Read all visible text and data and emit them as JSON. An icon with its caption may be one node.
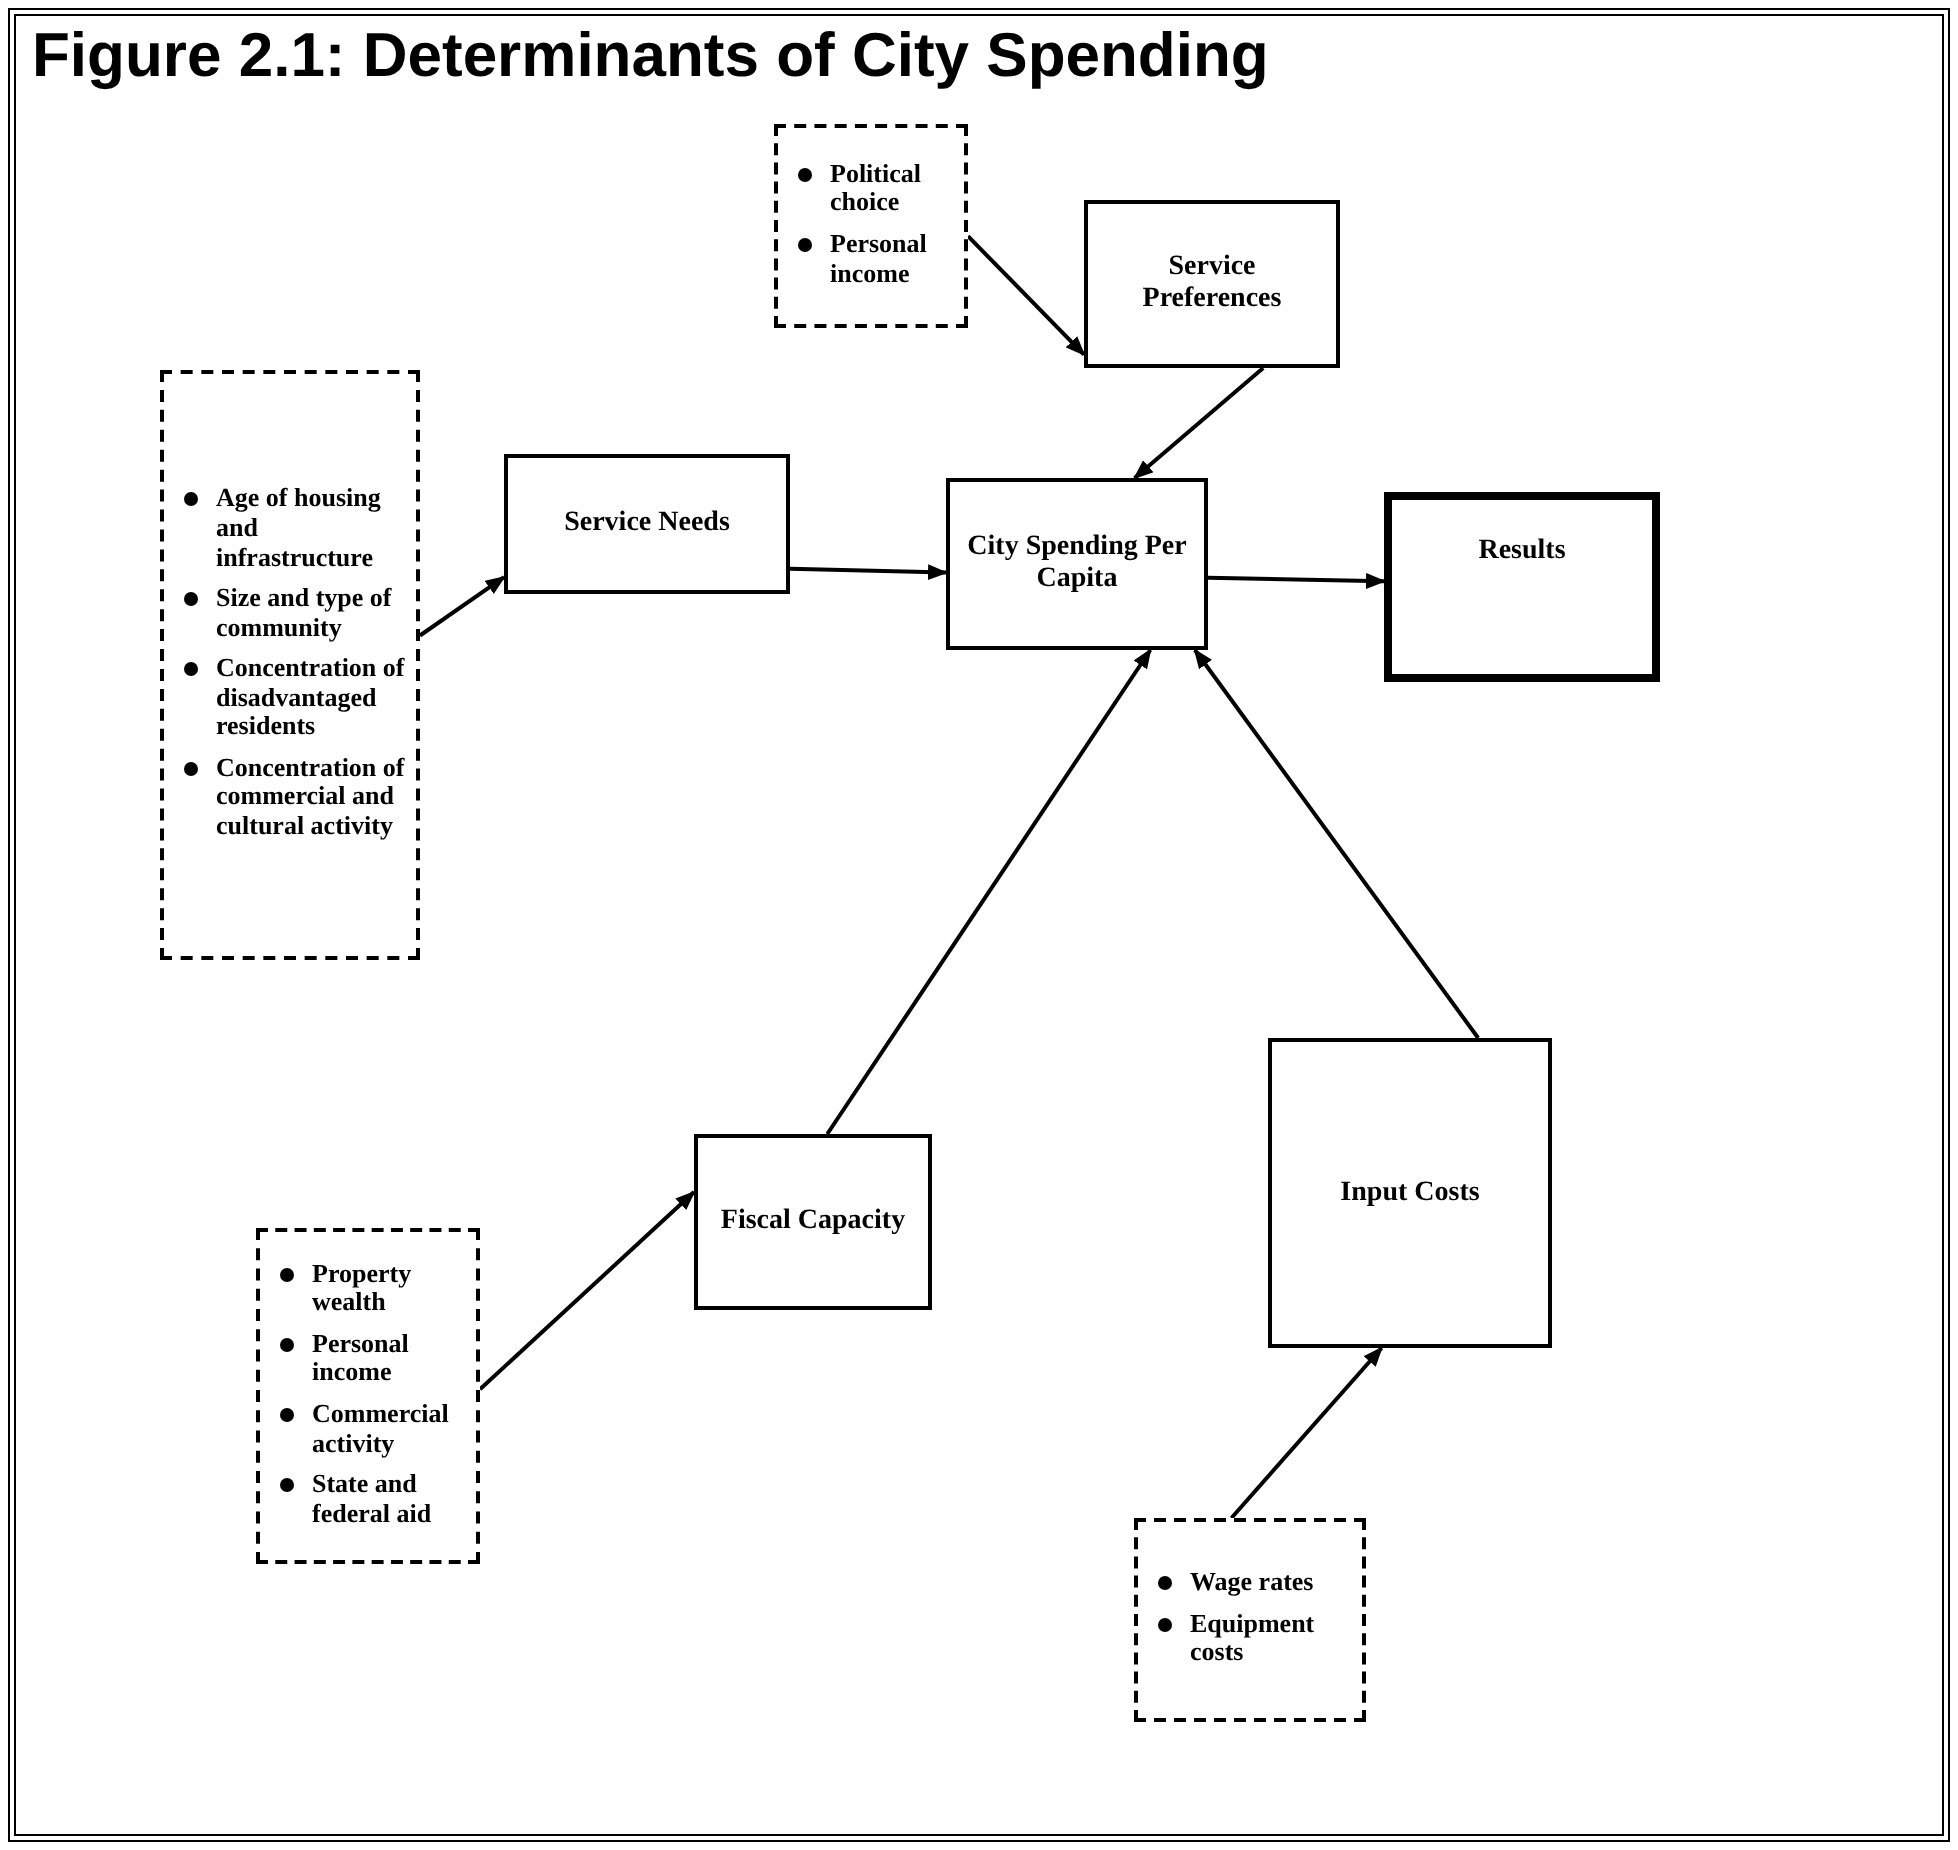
{
  "diagram": {
    "title": "Figure 2.1:  Determinants of City Spending",
    "nodes": [
      {
        "text": [
          "Age of housing and infrastructure",
          "Size and type of community",
          "Concentration of disadvantaged residents",
          "Concentration of commercial and cultural activity"
        ]
      },
      {
        "text": [
          "Political choice",
          "Personal income"
        ]
      },
      {
        "text": [
          "Service Preferences"
        ]
      },
      {
        "text": [
          "Service Needs"
        ]
      },
      {
        "text": [
          "City Spending Per Capita"
        ]
      },
      {
        "text": [
          "Results"
        ]
      },
      {
        "text": [
          "Property wealth",
          "Personal income",
          "Commercial activity",
          "State and federal aid"
        ]
      },
      {
        "text": [
          "Fiscal Capacity"
        ]
      },
      {
        "text": [
          "Input Costs"
        ]
      },
      {
        "text": [
          "Wage rates",
          "Equipment costs"
        ]
      }
    ],
    "edges": [
      {
        "from": 0,
        "to": 3,
        "arrow": "to"
      },
      {
        "from": 1,
        "to": 2,
        "arrow": "to"
      },
      {
        "from": 2,
        "to": 4,
        "arrow": "to"
      },
      {
        "from": 3,
        "to": 4,
        "arrow": "to"
      },
      {
        "from": 4,
        "to": 5,
        "arrow": "to"
      },
      {
        "from": 6,
        "to": 7,
        "arrow": "to"
      },
      {
        "from": 7,
        "to": 4,
        "arrow": "to"
      },
      {
        "from": 8,
        "to": 4,
        "arrow": "to"
      },
      {
        "from": 9,
        "to": 8,
        "arrow": "to"
      }
    ]
  }
}
